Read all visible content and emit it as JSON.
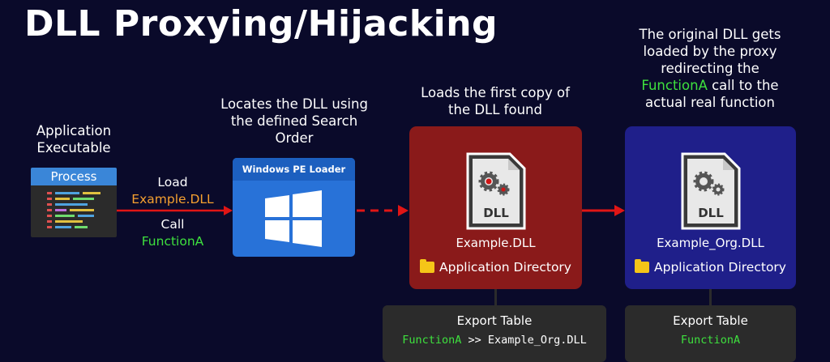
{
  "title": "DLL Proxying/Hijacking",
  "app": {
    "caption_line1": "Application",
    "caption_line2": "Executable",
    "process_label": "Process"
  },
  "load": {
    "label": "Load",
    "dll": "Example.DLL",
    "call_label": "Call",
    "function": "FunctionA"
  },
  "loader": {
    "caption_line1": "Locates the DLL using",
    "caption_line2": "the defined Search",
    "caption_line3": "Order",
    "header": "Windows PE Loader"
  },
  "proxy": {
    "caption_line1": "Loads the first copy of",
    "caption_line2": "the DLL found",
    "file_label": "DLL",
    "name": "Example.DLL",
    "directory": "Application Directory",
    "export_title": "Export Table",
    "export_function": "FunctionA",
    "export_rest": ">> Example_Org.DLL"
  },
  "original": {
    "caption_line1": "The original DLL gets",
    "caption_line2": "loaded by the proxy",
    "caption_line3": "redirecting the",
    "caption_fn": "FunctionA",
    "caption_line4_rest": " call to the",
    "caption_line5": "actual real function",
    "file_label": "DLL",
    "name": "Example_Org.DLL",
    "directory": "Application Directory",
    "export_title": "Export Table",
    "export_function": "FunctionA"
  },
  "colors": {
    "background": "#0a0a2a",
    "proxy_box": "#8a1a1a",
    "original_box": "#1f1f8a",
    "arrow": "#e01515",
    "highlight_green": "#3ee03e",
    "highlight_orange": "#f5a030"
  }
}
